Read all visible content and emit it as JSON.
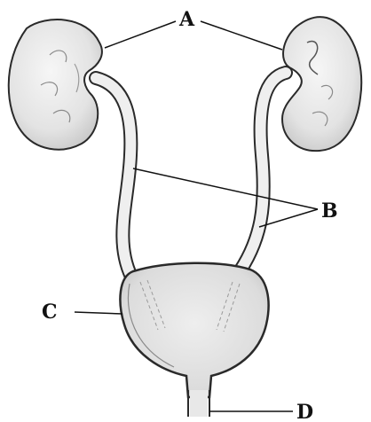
{
  "labels": {
    "a": "A",
    "b": "B",
    "c": "C",
    "d": "D"
  },
  "colors": {
    "organ_fill": "#ededed",
    "organ_shade": "#d7d7d7",
    "outline": "#2a2a2a",
    "background": "#ffffff"
  }
}
